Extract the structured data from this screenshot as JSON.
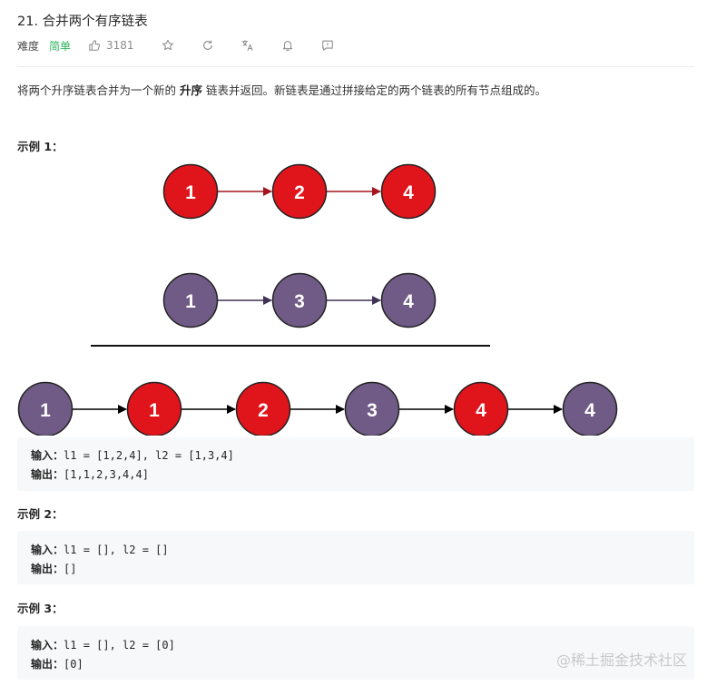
{
  "problem": {
    "title": "21. 合并两个有序链表",
    "difficulty_label": "难度",
    "difficulty": "简单",
    "likes": "3181"
  },
  "toolbar": {
    "icons": [
      "star-icon",
      "refresh-icon",
      "translate-icon",
      "bell-icon",
      "feedback-icon"
    ]
  },
  "description": {
    "before": "将两个升序链表合并为一个新的 ",
    "bold": "升序",
    "after": " 链表并返回。新链表是通过拼接给定的两个链表的所有节点组成的。"
  },
  "colors": {
    "red_node": "#e0141b",
    "purple_node": "#705a86",
    "red_arrow": "#a3151f",
    "purple_arrow": "#3e3255",
    "easy": "#2db55d"
  },
  "examples": [
    {
      "title": "示例 1：",
      "list1": [
        "1",
        "2",
        "4"
      ],
      "list2": [
        "1",
        "3",
        "4"
      ],
      "merged": [
        "1",
        "1",
        "2",
        "3",
        "4",
        "4"
      ],
      "input_label": "输入：",
      "input": "l1 = [1,2,4], l2 = [1,3,4]",
      "output_label": "输出：",
      "output": "[1,1,2,3,4,4]"
    },
    {
      "title": "示例 2：",
      "input_label": "输入：",
      "input": "l1 = [], l2 = []",
      "output_label": "输出：",
      "output": "[]"
    },
    {
      "title": "示例 3：",
      "input_label": "输入：",
      "input": "l1 = [], l2 = [0]",
      "output_label": "输出：",
      "output": "[0]"
    }
  ],
  "watermark": "@稀土掘金技术社区"
}
